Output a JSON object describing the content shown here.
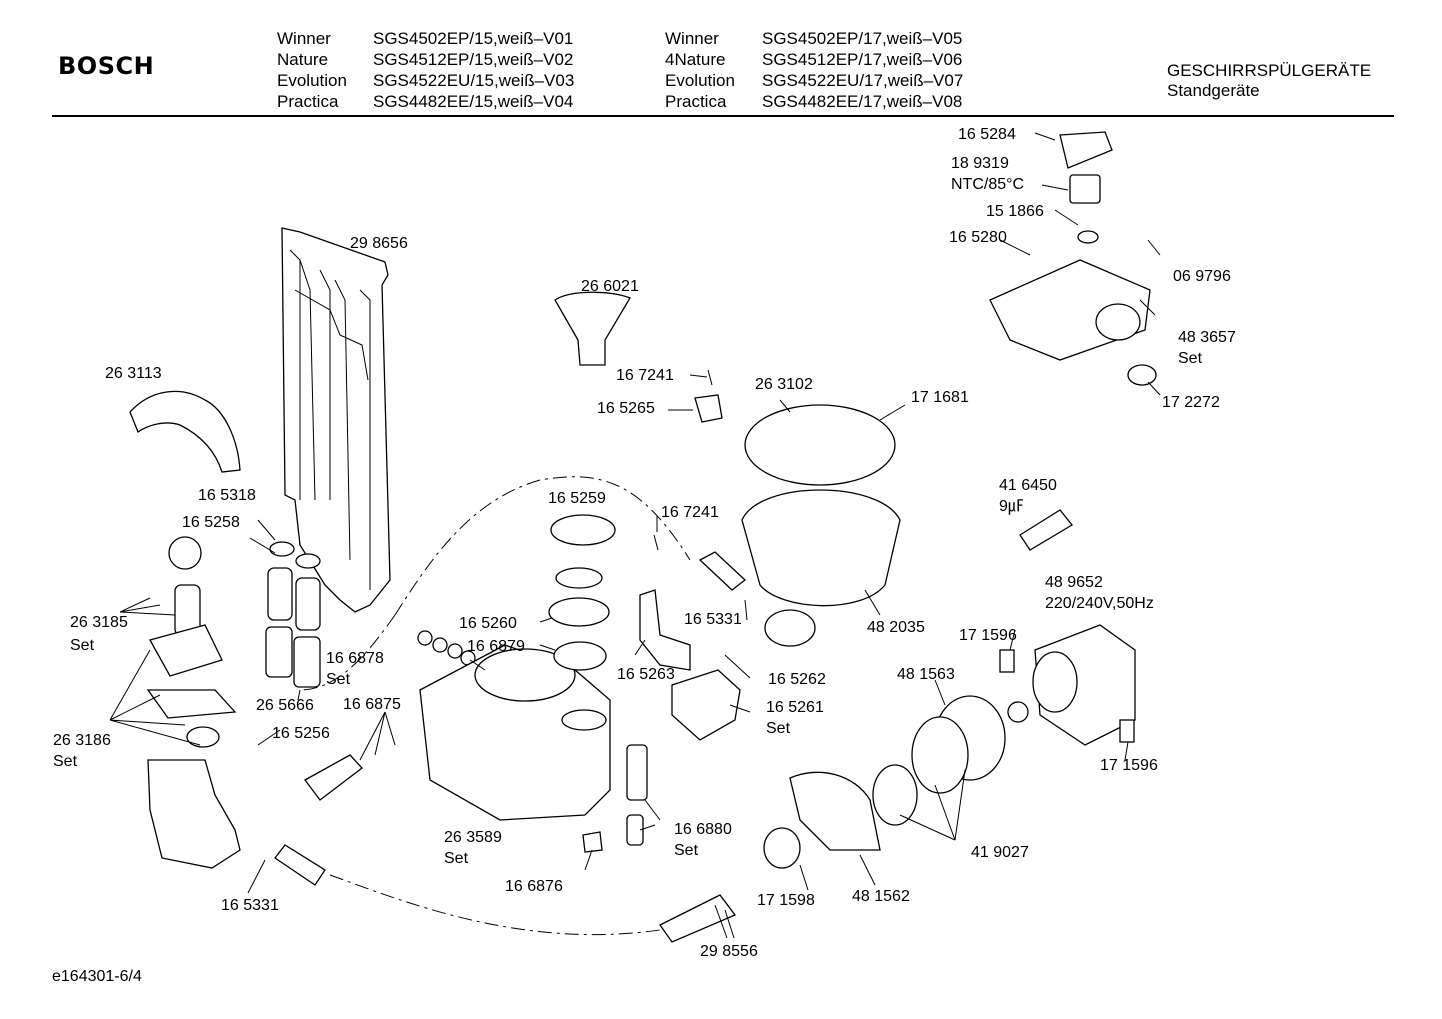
{
  "header": {
    "brand": "BOSCH",
    "col1": [
      "Winner",
      "Nature",
      "Evolution",
      "Practica"
    ],
    "col2": [
      "SGS4502EP/15,weiß–V01",
      "SGS4512EP/15,weiß–V02",
      "SGS4522EU/15,weiß–V03",
      "SGS4482EE/15,weiß–V04"
    ],
    "col3": [
      "Winner",
      "4Nature",
      "Evolution",
      "Practica"
    ],
    "col4": [
      "SGS4502EP/17,weiß–V05",
      "SGS4512EP/17,weiß–V06",
      "SGS4522EU/17,weiß–V07",
      "SGS4482EE/17,weiß–V08"
    ],
    "category": "GESCHIRRSPÜLGERÄTE",
    "subcategory": "Standgeräte"
  },
  "footer": {
    "doc_id": "e164301-6/4"
  },
  "labels": {
    "p298656": "29 8656",
    "p263113": "26 3113",
    "p165318": "16 5318",
    "p165258": "16 5258",
    "p263185": "26 3185",
    "p263185s": "Set",
    "p263186": "26 3186",
    "p263186s": "Set",
    "p265666": "26 5666",
    "p166878": "16 6878",
    "p166878s": "Set",
    "p166875": "16 6875",
    "p165256": "16 5256",
    "p165331a": "16 5331",
    "p266021": "26 6021",
    "p167241a": "16 7241",
    "p165265": "16 5265",
    "p165259": "16 5259",
    "p167241b": "16 7241",
    "p165260": "16 5260",
    "p166879": "16 6879",
    "p165263": "16 5263",
    "p263589": "26 3589",
    "p263589s": "Set",
    "p166876": "16 6876",
    "p166880": "16 6880",
    "p166880s": "Set",
    "p263102": "26 3102",
    "p171681": "17 1681",
    "p165331b": "16 5331",
    "p482035": "48 2035",
    "p165262": "16 5262",
    "p165261": "16 5261",
    "p165261s": "Set",
    "p165284": "16 5284",
    "p189319": "18 9319",
    "p189319n": "NTC/85°C",
    "p151866": "15 1866",
    "p165280": "16 5280",
    "p069796": "06 9796",
    "p483657": "48 3657",
    "p483657s": "Set",
    "p172272": "17 2272",
    "p416450": "41 6450",
    "p416450n": "9㎌",
    "p489652": "48 9652",
    "p489652n": "220/240V,50Hz",
    "p171596a": "17 1596",
    "p171596b": "17 1596",
    "p481563": "48 1563",
    "p419027": "41 9027",
    "p481562": "48 1562",
    "p171598": "17 1598",
    "p298556": "29 8556"
  }
}
